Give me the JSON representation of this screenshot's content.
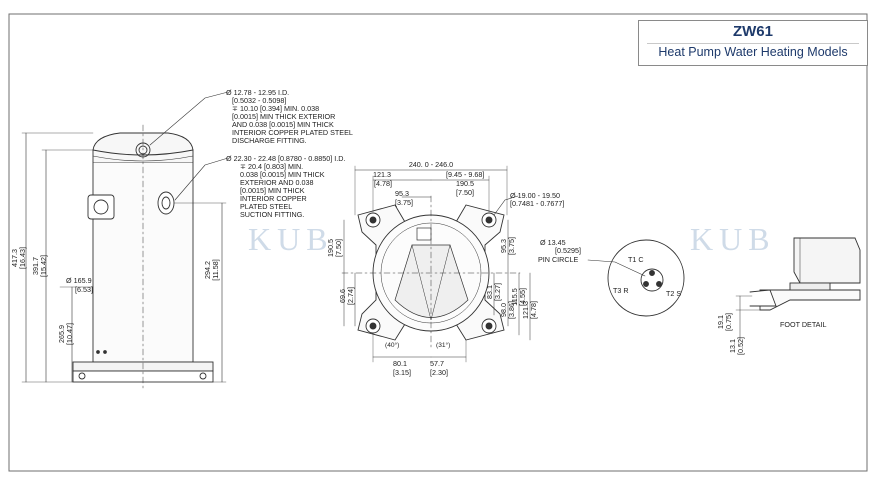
{
  "title": {
    "model": "ZW61",
    "subtitle": "Heat Pump Water Heating Models"
  },
  "watermark": "KUB",
  "discharge_note": [
    "Ø 12.78 - 12.95 I.D.",
    "[0.5032 - 0.5098]",
    "∓ 10.10 [0.394] MIN. 0.038",
    "[0.0015] MIN THICK EXTERIOR",
    "AND 0.038 [0.0015] MIN THICK",
    "INTERIOR COPPER PLATED STEEL",
    "DISCHARGE FITTING."
  ],
  "suction_note": [
    "Ø 22.30 - 22.48 [0.8780 - 0.8850] I.D.",
    "∓ 20.4 [0.803] MIN.",
    "0.038 [0.0015] MIN THICK",
    "EXTERIOR AND 0.038",
    "[0.0015] MIN THICK",
    "INTERIOR COPPER",
    "PLATED STEEL",
    "SUCTION FITTING."
  ],
  "side_view": {
    "h_overall": {
      "mm": "417.3",
      "in": "[16.43]"
    },
    "h_body": {
      "mm": "391.7",
      "in": "[15.42]"
    },
    "h_shell": {
      "mm": "265.9",
      "in": "[10.47]"
    },
    "dia_shell": {
      "mm": "Ø 165.9",
      "in": "[6.53]"
    },
    "h_suction": {
      "mm": "294.2",
      "in": "[11.58]"
    }
  },
  "base_view": {
    "overall_width": "240. 0 - 246.0",
    "overall_width_in": "[9.45 - 9.68]",
    "d121": {
      "mm": "121.3",
      "in": "[4.78]"
    },
    "d190": {
      "mm": "190.5",
      "in": "[7.50]"
    },
    "d95": {
      "mm": "95.3",
      "in": "[3.75]"
    },
    "mount_hole": {
      "mm": "Ø  19.00 - 19.50",
      "in": "[0.7481 - 0.7677]"
    },
    "left_190": {
      "mm": "190.5",
      "in": "[7.50]"
    },
    "left_69": {
      "mm": "69.6",
      "in": "[2.74]"
    },
    "right_95": {
      "mm": "95.3",
      "in": "[3.75]"
    },
    "right_83": {
      "mm": "83.1",
      "in": "[3.27]"
    },
    "right_98": {
      "mm": "98.0",
      "in": "[3.86]"
    },
    "right_115": {
      "mm": "115.5",
      "in": "[4.55]"
    },
    "right_121": {
      "mm": "121.3",
      "in": "[4.78]"
    },
    "bottom_80": {
      "mm": "80.1",
      "in": "[3.15]"
    },
    "bottom_57": {
      "mm": "57.7",
      "in": "[2.30]"
    },
    "angle_left": "(40°)",
    "angle_right": "(31°)"
  },
  "terminal": {
    "pin_circle": [
      "Ø  13.45",
      "[0.5295]",
      "PIN CIRCLE"
    ],
    "t1": "T1 C",
    "t2": "T2 S",
    "t3": "T3 R"
  },
  "foot": {
    "label": "FOOT DETAIL",
    "d19": {
      "mm": "19.1",
      "in": "[0.75]"
    },
    "d13": {
      "mm": "13.1",
      "in": "[0.52]"
    }
  }
}
